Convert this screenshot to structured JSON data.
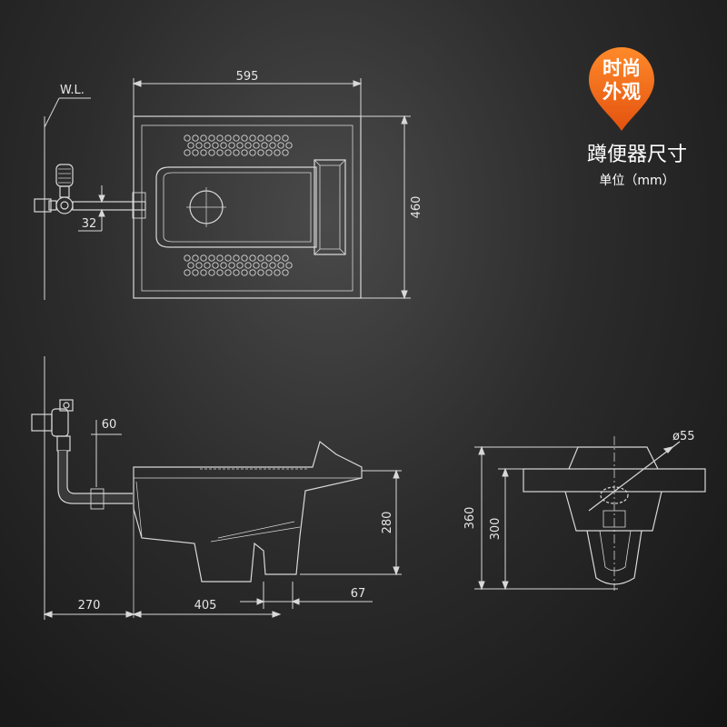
{
  "badge": {
    "line1": "时尚",
    "line2": "外观",
    "color": "#f26a1b"
  },
  "title": "蹲便器尺寸",
  "unit": "单位（mm）",
  "labels": {
    "wl": "W.L.",
    "width_595": "595",
    "depth_460": "460",
    "pipe_32": "32",
    "pipe_60": "60",
    "height_280": "280",
    "len_270": "270",
    "len_405": "405",
    "outlet_67": "67",
    "diameter_55": "ø55",
    "height_360": "360",
    "height_300": "300"
  }
}
